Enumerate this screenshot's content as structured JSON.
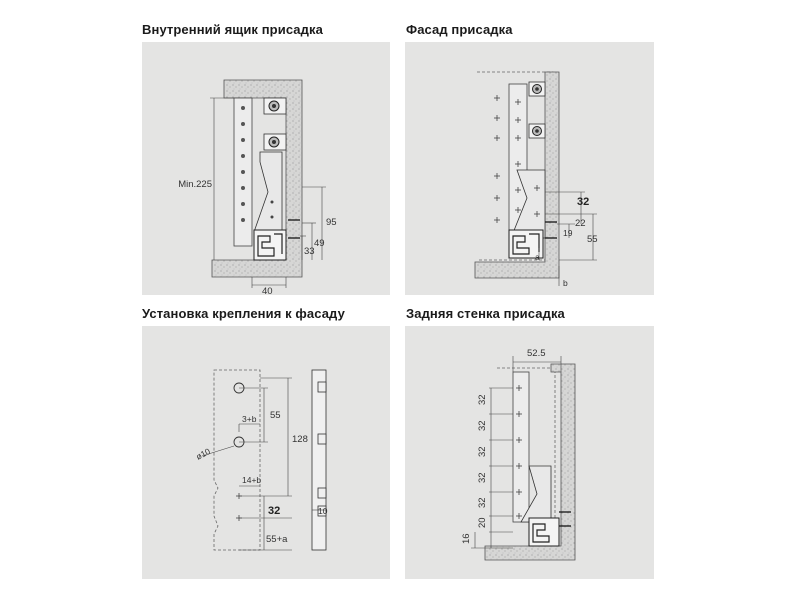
{
  "panels": [
    {
      "title": "Внутренний ящик присадка",
      "dims": {
        "min": "Min.225",
        "d95": "95",
        "d49": "49",
        "d33": "33",
        "d40": "40"
      }
    },
    {
      "title": "Фасад присадка",
      "dims": {
        "d32": "32",
        "d22": "22",
        "d19": "19",
        "d55": "55",
        "a": "a",
        "b": "b"
      }
    },
    {
      "title": "Установка крепления к фасаду",
      "dims": {
        "d55": "55",
        "d3b": "3+b",
        "d128": "128",
        "d14b": "14+b",
        "d32": "32",
        "d55a": "55+a",
        "d10": "ø10",
        "d10b": "10"
      }
    },
    {
      "title": "Задняя стенка присадка",
      "dims": {
        "d525": "52.5",
        "d32a": "32",
        "d32b": "32",
        "d32c": "32",
        "d32d": "32",
        "d32e": "32",
        "d20": "20",
        "d16": "16"
      }
    }
  ]
}
